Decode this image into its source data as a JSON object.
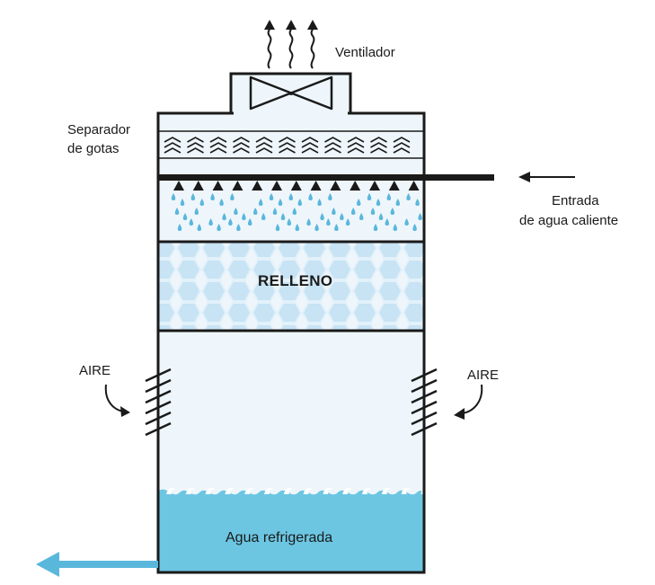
{
  "labels": {
    "fan": "Ventilador",
    "drift_eliminator_line1": "Separador",
    "drift_eliminator_line2": "de gotas",
    "hot_water_inlet_line1": "Entrada",
    "hot_water_inlet_line2": "de agua caliente",
    "fill": "RELLENO",
    "air_left": "AIRE",
    "air_right": "AIRE",
    "cooled_water": "Agua refrigerada"
  },
  "colors": {
    "tower_fill": "#eef6fb",
    "outline": "#1a1a1a",
    "water": "#6cc6e2",
    "drops": "#5ab7dc",
    "fill_hex": "#c3e1f3",
    "outlet_arrow": "#5ab7dc"
  }
}
